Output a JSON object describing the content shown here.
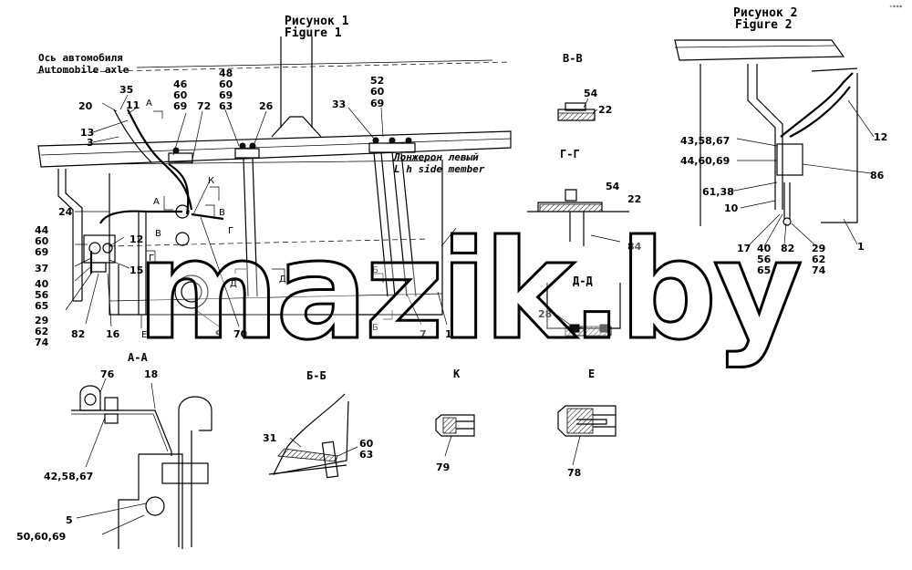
{
  "figure1": {
    "title_ru": "Рисунок 1",
    "title_en": "Figure 1"
  },
  "figure2": {
    "title_ru": "Рисунок 2",
    "title_en": "Figure 2"
  },
  "axle_note": {
    "ru": "Ось автомобиля",
    "en": "Automobile axle"
  },
  "member_note": {
    "ru": "Лонжерон левый",
    "en": "L h side member"
  },
  "corner_mark": "ⁿ***",
  "sections": [
    "В-В",
    "Г-Г",
    "Д-Д",
    "А-А",
    "Б-Б",
    "К",
    "Е"
  ],
  "callouts": {
    "c35": "35",
    "c20": "20",
    "c11": "11",
    "c13": "13",
    "c3": "3",
    "c46": "46",
    "c60a": "60",
    "c69a": "69",
    "c72": "72",
    "c48": "48",
    "c60b": "60",
    "c69b": "69",
    "c63": "63",
    "c26": "26",
    "c33": "33",
    "c52": "52",
    "c60c": "60",
    "c69c": "69",
    "c24": "24",
    "c44": "44",
    "c60d": "60",
    "c69d": "69",
    "c12a": "12",
    "c37": "37",
    "c15": "15",
    "c40": "40",
    "c56": "56",
    "c65": "65",
    "c29": "29",
    "c62": "62",
    "c74": "74",
    "c82": "82",
    "c16": "16",
    "c9": "9",
    "c70": "70",
    "c7": "7",
    "c1": "1",
    "c54a": "54",
    "c22a": "22",
    "c54b": "54",
    "c22b": "22",
    "c84": "84",
    "c28": "28",
    "f2_43": "43,58,67",
    "f2_44": "44,60,69",
    "f2_61": "61,38",
    "f2_10": "10",
    "f2_12": "12",
    "f2_86": "86",
    "f2_17": "17",
    "f2_40": "40",
    "f2_56": "56",
    "f2_65": "65",
    "f2_82": "82",
    "f2_29": "29",
    "f2_62": "62",
    "f2_74": "74",
    "f2_1": "1",
    "aa_76": "76",
    "aa_18": "18",
    "aa_42": "42,58,67",
    "aa_5": "5",
    "aa_50": "50,60,69",
    "bb_31": "31",
    "bb_60": "60",
    "bb_63": "63",
    "k_79": "79",
    "e_78": "78"
  },
  "view_letters": {
    "A1": "А",
    "A2": "А",
    "K": "К",
    "V1": "В",
    "V2": "В",
    "G1": "Г",
    "G2": "Г",
    "D1": "Д",
    "D2": "Д",
    "B1": "Б",
    "B2": "Б",
    "E": "Е"
  },
  "watermark": "mazik.by"
}
